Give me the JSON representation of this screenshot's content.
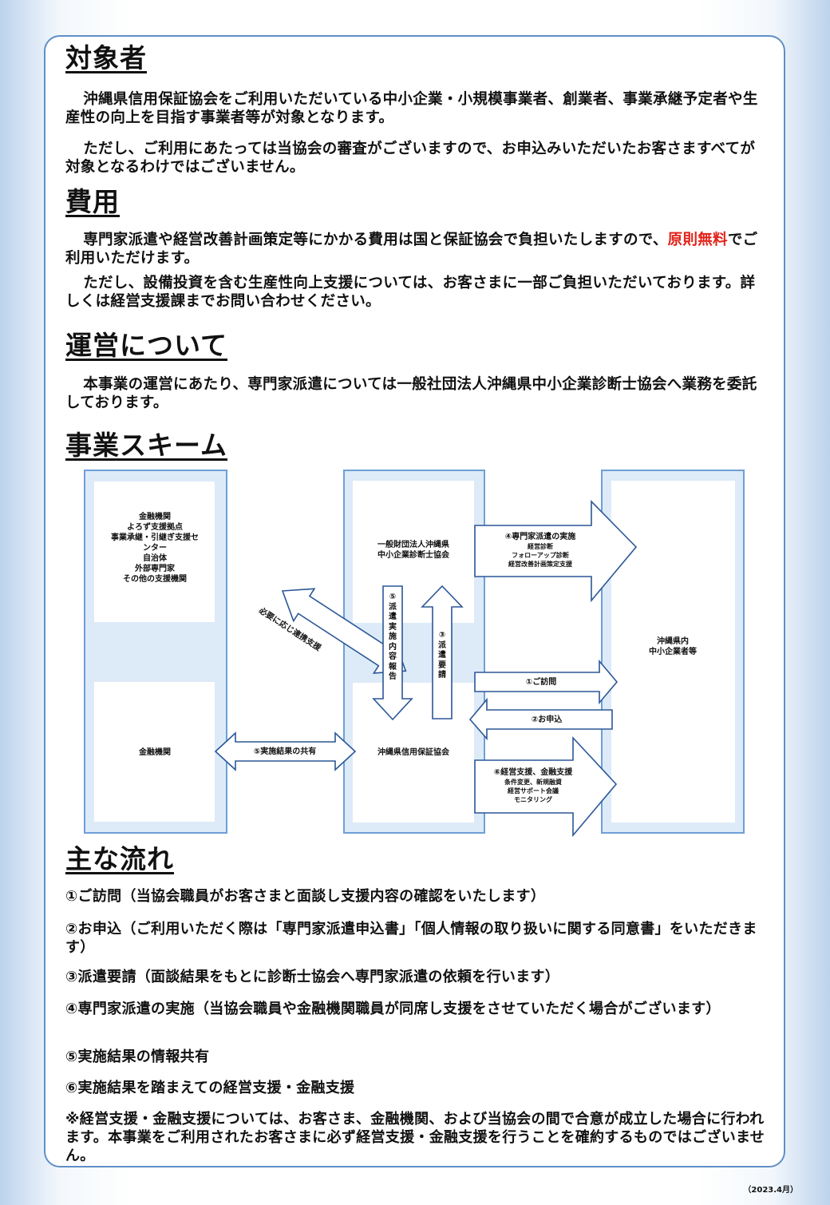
{
  "sections": {
    "target": {
      "heading": "対象者",
      "p1": "沖縄県信用保証協会をご利用いただいている中小企業・小規模事業者、創業者、事業承継予定者や生産性の向上を目指す事業者等が対象となります。",
      "p2": "ただし、ご利用にあたっては当協会の審査がございますので、お申込みいただいたお客さますべてが対象となるわけではございません。"
    },
    "cost": {
      "heading": "費用",
      "p1_a": "専門家派遣や経営改善計画策定等にかかる費用は国と保証協会で負担いたしますので、",
      "p1_red": "原則無料",
      "p1_b": "でご利用いただけます。",
      "p2": "ただし、設備投資を含む生産性向上支援については、お客さまに一部ご負担いただいております。詳しくは経営支援課までお問い合わせください。"
    },
    "operation": {
      "heading": "運営について",
      "p1": "本事業の運営にあたり、専門家派遣については一般社団法人沖縄県中小企業診断士協会へ業務を委託しております。"
    },
    "scheme": {
      "heading": "事業スキーム"
    },
    "flow": {
      "heading": "主な流れ",
      "items": [
        "①ご訪問（当協会職員がお客さまと面談し支援内容の確認をいたします）",
        "②お申込（ご利用いただく際は「専門家派遣申込書」「個人情報の取り扱いに関する同意書」をいただきます）",
        "③派遣要請（面談結果をもとに診断士協会へ専門家派遣の依頼を行います）",
        "④専門家派遣の実施（当協会職員や金融機関職員が同席し支援をさせていただく場合がございます）",
        "⑤実施結果の情報共有",
        "⑥実施結果を踏まえての経営支援・金融支援"
      ],
      "note": "※経営支援・金融支援については、お客さま、金融機関、および当協会の間で合意が成立した場合に行われます。本事業をご利用されたお客さまに必ず経営支援・金融支援を行うことを確約するものではございません。"
    }
  },
  "diagram": {
    "left_top_lines": [
      "金融機関",
      "よろず支援拠点",
      "事業承継・引継ぎ支援セ",
      "ンター",
      "自治体",
      "外部専門家",
      "その他の支援機関"
    ],
    "left_bottom": "金融機関",
    "mid_top_lines": [
      "一般財団法人沖縄県",
      "中小企業診断士協会"
    ],
    "mid_bottom": "沖縄県信用保証協会",
    "right_lines": [
      "沖縄県内",
      "中小企業者等"
    ],
    "arrow_coop": "必要に応じ連携支援",
    "arrow_share": "⑤実施結果の共有",
    "arrow_report": "⑤派遣実施内容報告",
    "arrow_request": "③派遣要請",
    "arrow_visit": "①ご訪問",
    "arrow_apply": "②お申込",
    "arrow4_title": "④専門家派遣の実施",
    "arrow4_sub": [
      "経営診断",
      "フォローアップ診断",
      "経営改善計画策定支援"
    ],
    "arrow6_title": "⑥経営支援、金融支援",
    "arrow6_sub": [
      "条件変更、新規融資",
      "経営サポート会議",
      "モニタリング"
    ]
  },
  "footer": "（2023.4月）"
}
